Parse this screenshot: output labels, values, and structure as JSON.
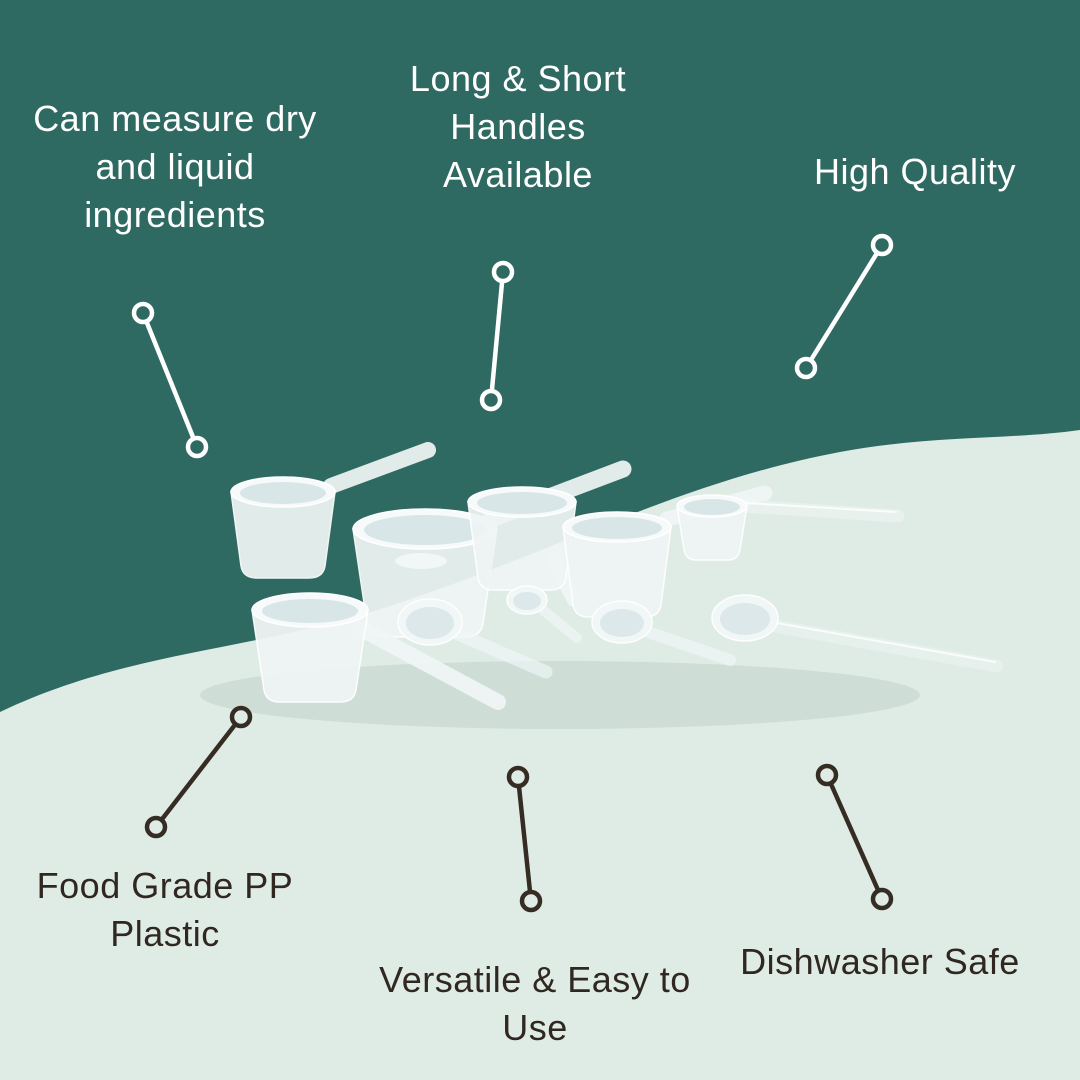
{
  "colors": {
    "background_top": "#2F6A62",
    "background_bottom": "#DFECE5",
    "light_text": "#FFFFFF",
    "dark_text": "#2F2720",
    "light_leader_line": "#FFFFFF",
    "dark_leader_line": "#352C24",
    "scoop_plastic": "#F1F6F6"
  },
  "callouts": {
    "measure": {
      "text": "Can measure dry and liquid ingredients",
      "lines": [
        "Can measure dry",
        "and liquid",
        "ingredients"
      ]
    },
    "handles": {
      "text": "Long & Short Handles Available",
      "lines": [
        "Long & Short",
        "Handles",
        "Available"
      ]
    },
    "quality": {
      "text": "High Quality",
      "lines": [
        "High Quality"
      ]
    },
    "material": {
      "text": "Food Grade PP Plastic",
      "lines": [
        "Food Grade PP",
        "Plastic"
      ]
    },
    "versatile": {
      "text": "Versatile & Easy to Use",
      "lines": [
        "Versatile & Easy to",
        "Use"
      ]
    },
    "dishwasher": {
      "text": "Dishwasher Safe",
      "lines": [
        "Dishwasher Safe"
      ]
    }
  },
  "product": {
    "subject": "Set of white food-grade plastic measuring scoops and spoons with long and short handles"
  }
}
